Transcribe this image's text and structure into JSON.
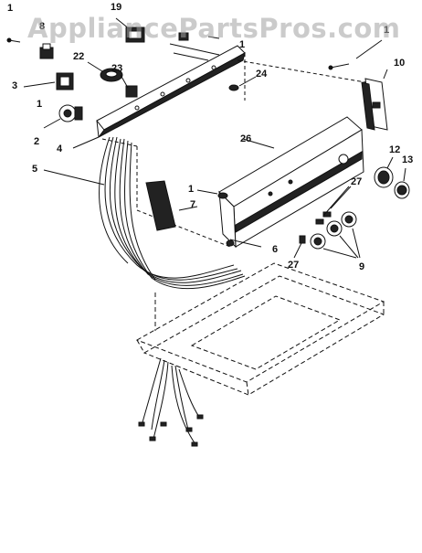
{
  "watermark": {
    "text": "AppliancePartsPros.com"
  },
  "callouts": [
    {
      "id": "c1a",
      "text": "1"
    },
    {
      "id": "c19",
      "text": "19"
    },
    {
      "id": "c8",
      "text": "8"
    },
    {
      "id": "c1b",
      "text": "1"
    },
    {
      "id": "c1c",
      "text": "1"
    },
    {
      "id": "c22",
      "text": "22"
    },
    {
      "id": "c23",
      "text": "23"
    },
    {
      "id": "c24",
      "text": "24"
    },
    {
      "id": "c10",
      "text": "10"
    },
    {
      "id": "c3",
      "text": "3"
    },
    {
      "id": "c1d",
      "text": "1"
    },
    {
      "id": "c2",
      "text": "2"
    },
    {
      "id": "c4",
      "text": "4"
    },
    {
      "id": "c5",
      "text": "5"
    },
    {
      "id": "c26",
      "text": "26"
    },
    {
      "id": "c12",
      "text": "12"
    },
    {
      "id": "c13",
      "text": "13"
    },
    {
      "id": "c1e",
      "text": "1"
    },
    {
      "id": "c7",
      "text": "7"
    },
    {
      "id": "c27a",
      "text": "27"
    },
    {
      "id": "c6",
      "text": "6"
    },
    {
      "id": "c27b",
      "text": "27"
    },
    {
      "id": "c9",
      "text": "9"
    }
  ],
  "colors": {
    "line": "#111111",
    "watermark": "#a0a0a0"
  }
}
